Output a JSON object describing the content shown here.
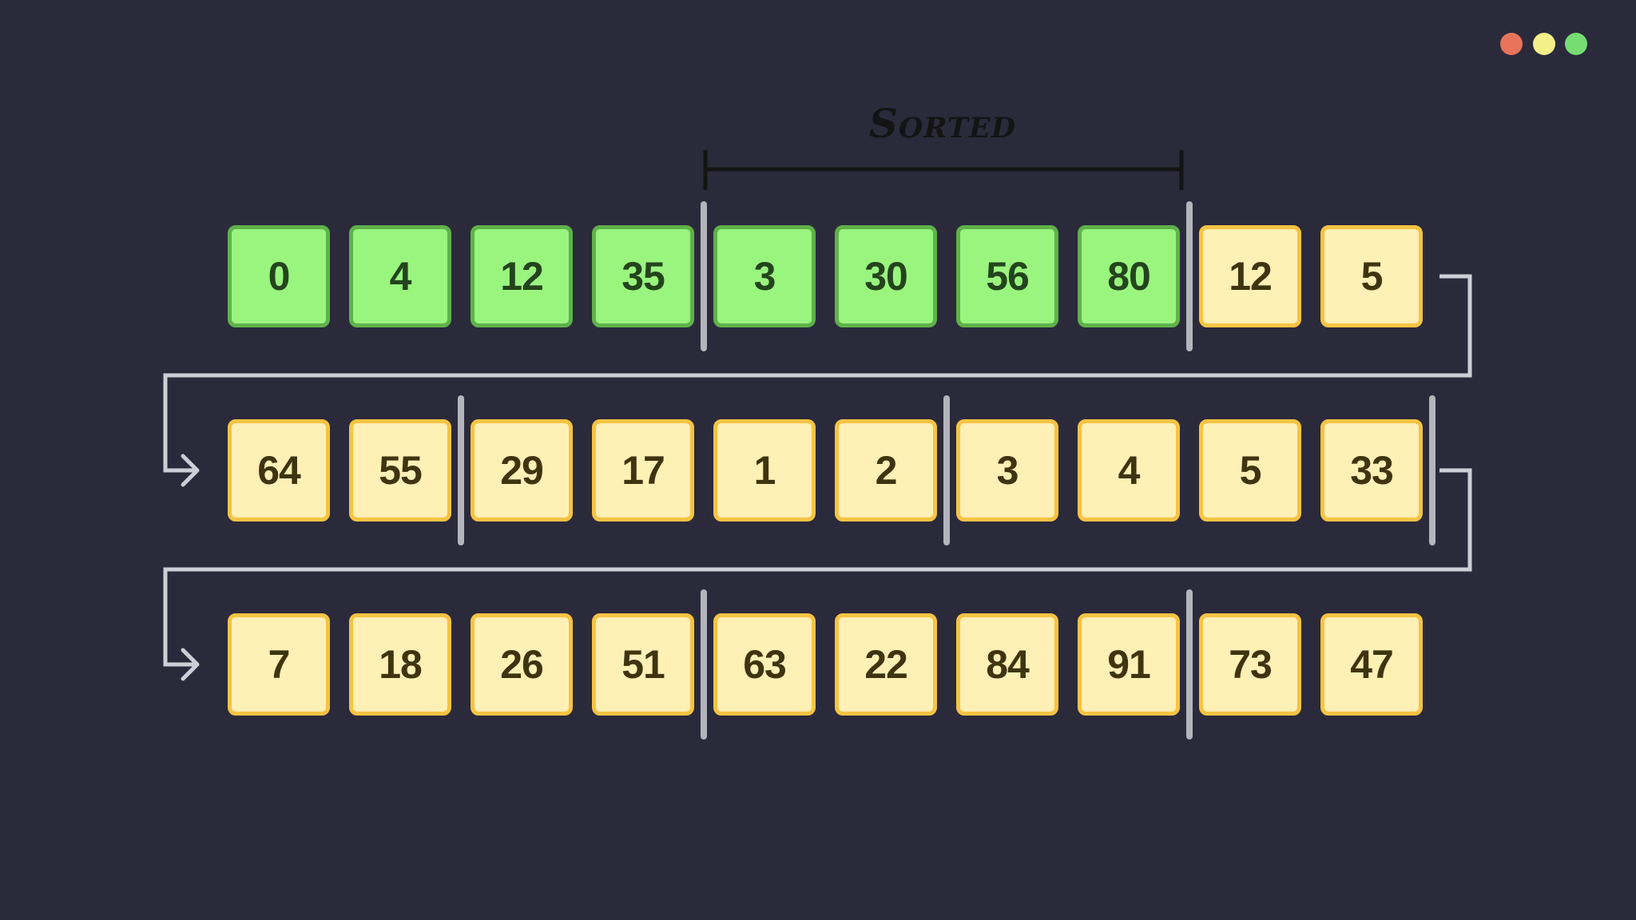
{
  "colors": {
    "background": "#2b2a3b",
    "sorted_fill": "#9af57f",
    "sorted_border": "#5fb24a",
    "sorted_text": "#24441d",
    "unsorted_fill": "#fff0b6",
    "unsorted_border": "#f6c343",
    "unsorted_text": "#3f3410",
    "divider": "#b4b4bd",
    "connector": "#cfced6",
    "bracket": "#141414",
    "dot_red": "#e8735a",
    "dot_yellow": "#f3f08a",
    "dot_green": "#76dd72"
  },
  "label": "Sorted",
  "rows": [
    {
      "values": [
        "0",
        "4",
        "12",
        "35",
        "3",
        "30",
        "56",
        "80",
        "12",
        "5"
      ],
      "sorted_count": 8,
      "dividers_after": [
        4,
        8
      ]
    },
    {
      "values": [
        "64",
        "55",
        "29",
        "17",
        "1",
        "2",
        "3",
        "4",
        "5",
        "33"
      ],
      "sorted_count": 0,
      "dividers_after": [
        2,
        6,
        10
      ]
    },
    {
      "values": [
        "7",
        "18",
        "26",
        "51",
        "63",
        "22",
        "84",
        "91",
        "73",
        "47"
      ],
      "sorted_count": 0,
      "dividers_after": [
        4,
        8
      ]
    }
  ],
  "bracket_span": [
    4,
    8
  ]
}
